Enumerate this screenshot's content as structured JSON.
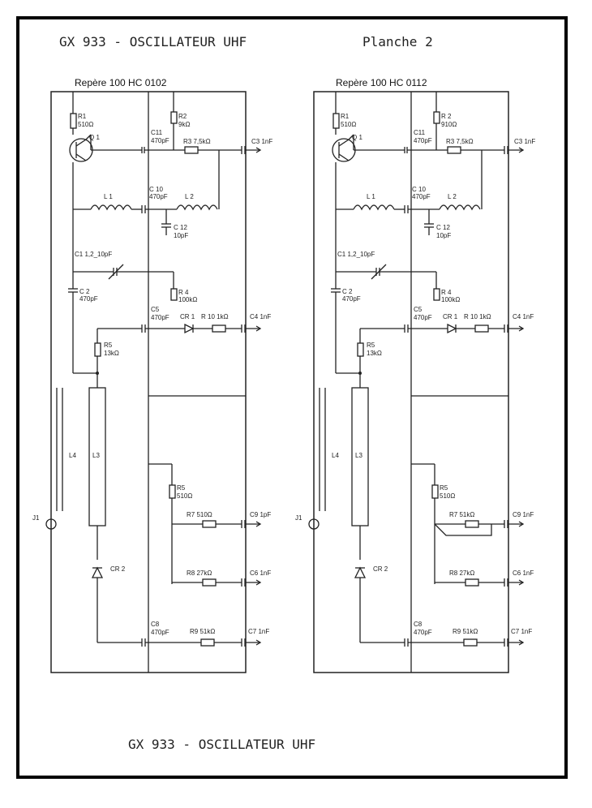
{
  "header": {
    "title": "GX 933 - OSCILLATEUR UHF",
    "plate": "Planche 2"
  },
  "footer": {
    "title": "GX 933 - OSCILLATEUR UHF"
  },
  "schematics": [
    {
      "ref": "Repère 100  HC 0102",
      "labels": {
        "R1": "R1",
        "R1v": "510Ω",
        "Q1": "Q 1",
        "R2": "R2",
        "R2v": "9kΩ",
        "C11": "C11",
        "C11v": "470pF",
        "R3": "R3  7,5kΩ",
        "C3": "C3 1nF",
        "L1": "L 1",
        "C10": "C 10",
        "C10v": "470pF",
        "L2": "L 2",
        "C12": "C 12",
        "C12v": "10pF",
        "C1": "C1 1,2_10pF",
        "C2": "C 2",
        "C2v": "470pF",
        "R4": "R 4",
        "R4v": "100kΩ",
        "C5": "C5",
        "C5v": "470pF",
        "CR1": "CR 1",
        "R10": "R 10  1kΩ",
        "C4": "C4 1nF",
        "R5a": "R5",
        "R5av": "13kΩ",
        "L4": "L4",
        "L3": "L3",
        "J1": "J1",
        "R5b": "R5",
        "R5bv": "510Ω",
        "R7": "R7  510Ω",
        "C9": "C9 1pF",
        "CR2": "CR 2",
        "R8": "R8  27kΩ",
        "C6": "C6 1nF",
        "C8": "C8",
        "C8v": "470pF",
        "R9": "R9   51kΩ",
        "C7": "C7  1nF"
      }
    },
    {
      "ref": "Repère 100  HC 0112",
      "labels": {
        "R1": "R1",
        "R1v": "510Ω",
        "Q1": "Q 1",
        "R2": "R 2",
        "R2v": "910Ω",
        "C11": "C11",
        "C11v": "470pF",
        "R3": "R3  7,5kΩ",
        "C3": "C3 1nF",
        "L1": "L 1",
        "C10": "C 10",
        "C10v": "470pF",
        "L2": "L 2",
        "C12": "C 12",
        "C12v": "10pF",
        "C1": "C1 1,2_10pF",
        "C2": "C 2",
        "C2v": "470pF",
        "R4": "R 4",
        "R4v": "100kΩ",
        "C5": "C5",
        "C5v": "470pF",
        "CR1": "CR 1",
        "R10": "R 10  1kΩ",
        "C4": "C4 1nF",
        "R5a": "R5",
        "R5av": "13kΩ",
        "L4": "L4",
        "L3": "L3",
        "J1": "J1",
        "R5b": "R5",
        "R5bv": "510Ω",
        "R7": "R7  51kΩ",
        "C9": "C9 1nF",
        "CR2": "CR 2",
        "R8": "R8  27kΩ",
        "C6": "C6 1nF",
        "C8": "C8",
        "C8v": "470pF",
        "R9": "R9   51kΩ",
        "C7": "C7  1nF"
      }
    }
  ]
}
